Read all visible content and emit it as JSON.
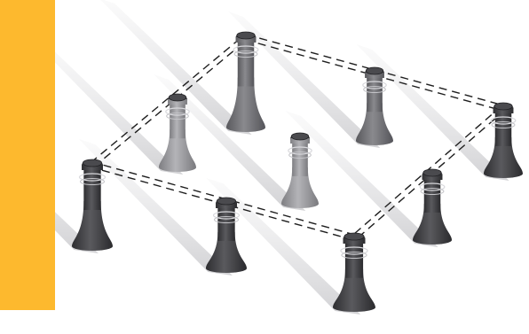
{
  "colors": {
    "accent": "#FDB92E",
    "background": "#FFFFFF",
    "pedestal_dark": "#3E3E41",
    "pedestal_mid": "#6E6E72",
    "pedestal_light": "#9A9A9E",
    "shadow": "#C9C9CC",
    "guide_line": "#1E1E1E"
  },
  "scene": {
    "subject": "pedestal-grid",
    "pedestal_count": 9,
    "guide_style": "double-dashed"
  }
}
